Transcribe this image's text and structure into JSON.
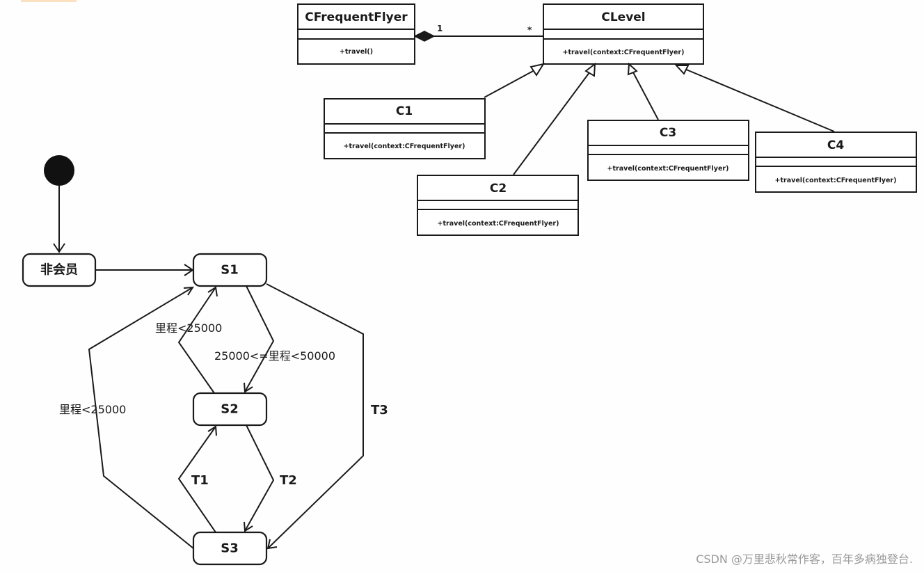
{
  "class_diagram": {
    "classes": {
      "cfrequentflyer": {
        "name": "CFrequentFlyer",
        "operation": "+travel()"
      },
      "clevel": {
        "name": "CLevel",
        "operation": "+travel(context:CFrequentFlyer)"
      },
      "c1": {
        "name": "C1",
        "operation": "+travel(context:CFrequentFlyer)"
      },
      "c2": {
        "name": "C2",
        "operation": "+travel(context:CFrequentFlyer)"
      },
      "c3": {
        "name": "C3",
        "operation": "+travel(context:CFrequentFlyer)"
      },
      "c4": {
        "name": "C4",
        "operation": "+travel(context:CFrequentFlyer)"
      }
    },
    "composition": {
      "from": "CFrequentFlyer",
      "to": "CLevel",
      "multiplicity_from": "1",
      "multiplicity_to": "*"
    },
    "generalizations": [
      "C1",
      "C2",
      "C3",
      "C4"
    ]
  },
  "state_diagram": {
    "states": {
      "nonmember": "非会员",
      "s1": "S1",
      "s2": "S2",
      "s3": "S3"
    },
    "transitions": {
      "s2_to_s1": "里程<25000",
      "s1_to_s2": "25000<=里程<50000",
      "s3_to_s1": "里程<25000",
      "s3_to_s2": "T1",
      "s2_to_s3": "T2",
      "s1_to_s3": "T3"
    }
  },
  "watermark": "CSDN @万里悲秋常作客，百年多病独登台."
}
